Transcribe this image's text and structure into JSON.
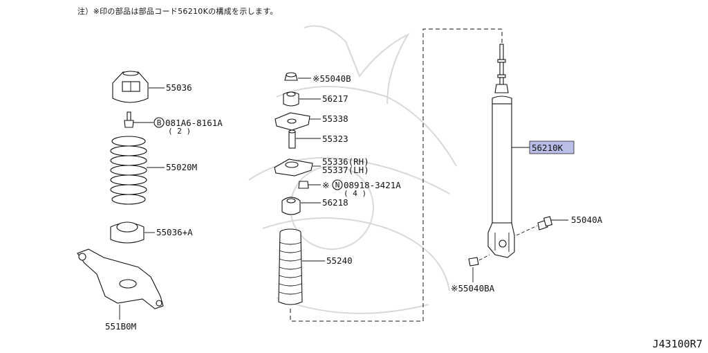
{
  "note": "注）※印の部品は部品コード56210Kの構成を示します。",
  "diagram_ref": "J43100R7",
  "labels": {
    "p55036": "55036",
    "p081a6_code": "081A6-8161A",
    "p081a6_bolt_letter": "B",
    "p081a6_qty": "( 2 )",
    "p55020m": "55020M",
    "p55036a": "55036+A",
    "p551b0m": "551B0M",
    "p55040b": "※55040B",
    "p56217": "56217",
    "p55338": "55338",
    "p55323": "55323",
    "p55336": "55336(RH)",
    "p55337": "55337(LH)",
    "p08918_prefix": "※",
    "p08918_nut_letter": "N",
    "p08918_code": "08918-3421A",
    "p08918_qty": "( 4 )",
    "p56218": "56218",
    "p55240": "55240",
    "p56210k": "56210K",
    "p55040a": "55040A",
    "p55040ba": "※55040BA"
  }
}
